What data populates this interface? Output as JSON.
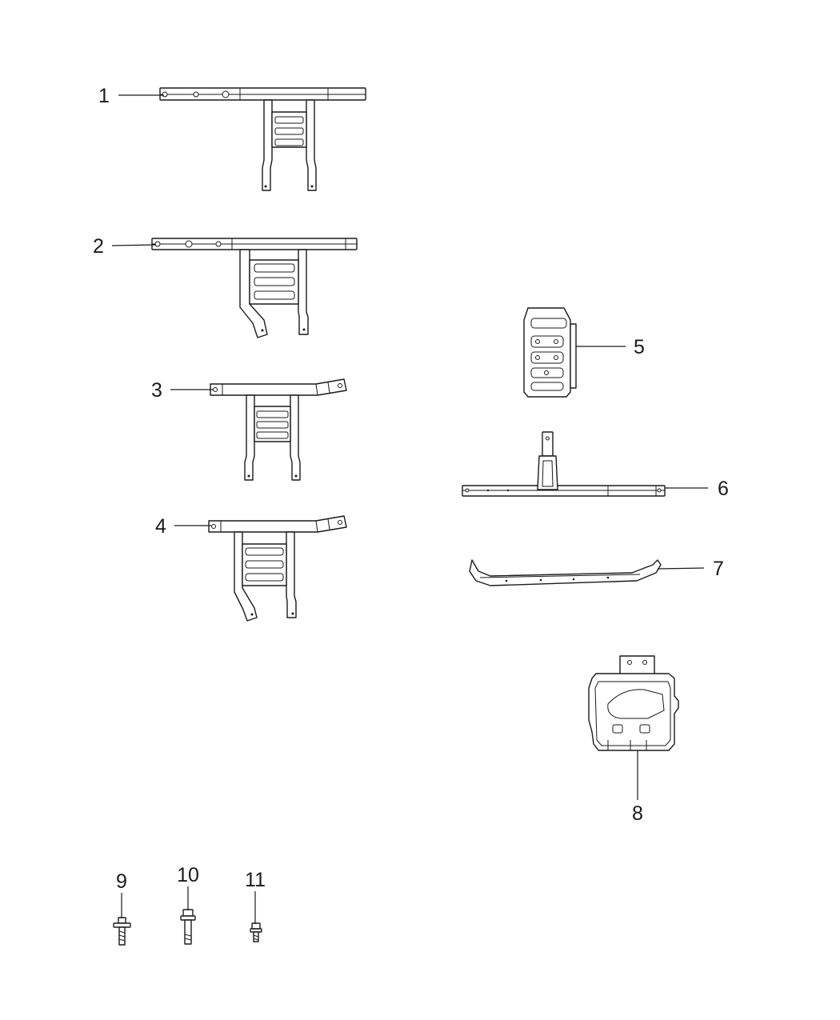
{
  "diagram": {
    "callouts": [
      {
        "id": "1",
        "label": "1"
      },
      {
        "id": "2",
        "label": "2"
      },
      {
        "id": "3",
        "label": "3"
      },
      {
        "id": "4",
        "label": "4"
      },
      {
        "id": "5",
        "label": "5"
      },
      {
        "id": "6",
        "label": "6"
      },
      {
        "id": "7",
        "label": "7"
      },
      {
        "id": "8",
        "label": "8"
      },
      {
        "id": "9",
        "label": "9"
      },
      {
        "id": "10",
        "label": "10"
      },
      {
        "id": "11",
        "label": "11"
      }
    ],
    "colors": {
      "line": "#1a1a1a",
      "background": "#ffffff"
    }
  }
}
